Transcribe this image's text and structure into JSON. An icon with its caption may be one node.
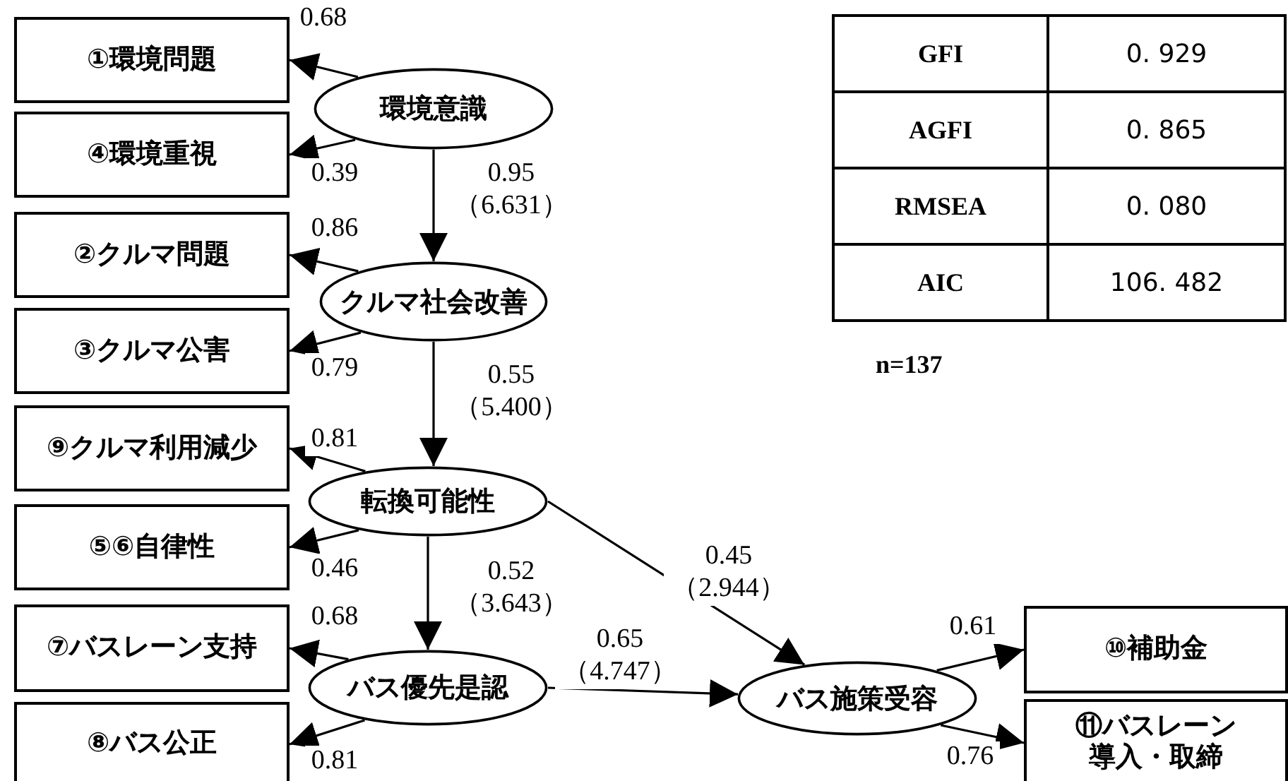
{
  "diagram": {
    "nodes": [
      {
        "text": [
          "①環境問題"
        ]
      },
      {
        "text": [
          "環境意識"
        ]
      },
      {
        "text": [
          "④環境重視"
        ]
      },
      {
        "text": [
          "②クルマ問題"
        ]
      },
      {
        "text": [
          "クルマ社会改善"
        ]
      },
      {
        "text": [
          "③クルマ公害"
        ]
      },
      {
        "text": [
          "⑨クルマ利用減少"
        ]
      },
      {
        "text": [
          "転換可能性"
        ]
      },
      {
        "text": [
          "⑤⑥自律性"
        ]
      },
      {
        "text": [
          "⑦バスレーン支持"
        ]
      },
      {
        "text": [
          "バス優先是認"
        ]
      },
      {
        "text": [
          "⑧バス公正"
        ]
      },
      {
        "text": [
          "バス施策受容"
        ]
      },
      {
        "text": [
          "⑩補助金"
        ]
      },
      {
        "text": [
          "⑪バスレーン導入・取締"
        ]
      }
    ],
    "edges": [
      {
        "from": 1,
        "to": 0,
        "arrow": "to",
        "label": "0.68"
      },
      {
        "from": 1,
        "to": 2,
        "arrow": "to",
        "label": "0.39"
      },
      {
        "from": 1,
        "to": 4,
        "arrow": "to",
        "label": "0.95 （6.631）"
      },
      {
        "from": 4,
        "to": 3,
        "arrow": "to",
        "label": "0.86"
      },
      {
        "from": 4,
        "to": 5,
        "arrow": "to",
        "label": "0.79"
      },
      {
        "from": 4,
        "to": 7,
        "arrow": "to",
        "label": "0.55 （5.400）"
      },
      {
        "from": 7,
        "to": 6,
        "arrow": "to",
        "label": "0.81"
      },
      {
        "from": 7,
        "to": 8,
        "arrow": "to",
        "label": "0.46"
      },
      {
        "from": 7,
        "to": 10,
        "arrow": "to",
        "label": "0.52 （3.643）"
      },
      {
        "from": 7,
        "to": 12,
        "arrow": "to",
        "label": "0.45 （2.944）"
      },
      {
        "from": 10,
        "to": 12,
        "arrow": "to",
        "label": "0.65 （4.747）"
      },
      {
        "from": 10,
        "to": 9,
        "arrow": "to",
        "label": "0.68"
      },
      {
        "from": 10,
        "to": 11,
        "arrow": "to",
        "label": "0.81"
      },
      {
        "from": 12,
        "to": 13,
        "arrow": "to",
        "label": "0.61"
      },
      {
        "from": 12,
        "to": 14,
        "arrow": "to",
        "label": "0.76"
      }
    ],
    "labels": [
      "GFI",
      "0. 929",
      "AGFI",
      "0. 865",
      "RMSEA",
      "0. 080",
      "AIC",
      "106. 482",
      "n=137"
    ]
  }
}
